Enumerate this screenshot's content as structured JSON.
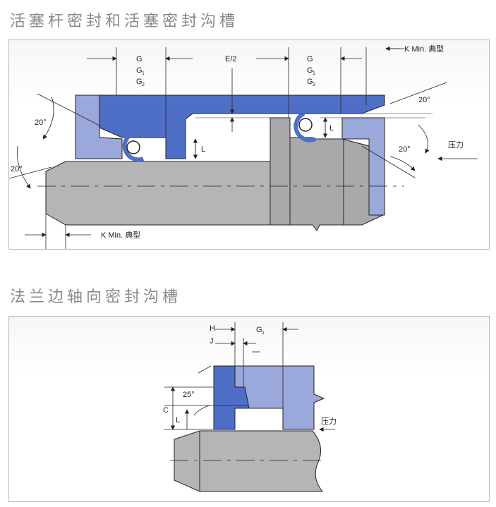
{
  "section1": {
    "title": "活塞杆密封和活塞密封沟槽",
    "labels": {
      "g": "G",
      "g1": "G",
      "g1_sub": "1",
      "g2": "G",
      "g2_sub": "2",
      "e_half": "E/2",
      "l": "L",
      "angle": "20°",
      "k_min": "K Min. 典型",
      "pressure": "压力"
    }
  },
  "section2": {
    "title": "法兰边轴向密封沟槽",
    "labels": {
      "h": "H",
      "j": "J",
      "g1": "G",
      "g1_sub": "1",
      "angle": "25°",
      "c": "C",
      "l": "L",
      "pressure": "压力"
    }
  },
  "colors": {
    "rod_gray": "#b5b5b5",
    "gland_dark_blue": "#4f6fc7",
    "seal_light_blue": "#9aa8db",
    "title_gray": "#8a8a8a"
  }
}
